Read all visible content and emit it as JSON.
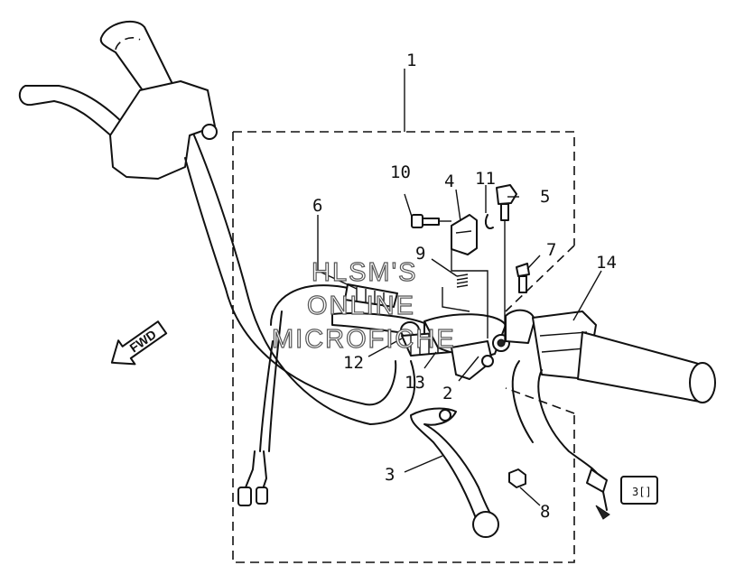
{
  "diagram": {
    "callouts": [
      "1",
      "2",
      "3",
      "4",
      "5",
      "6",
      "7",
      "8",
      "9",
      "10",
      "11",
      "12",
      "13",
      "14"
    ],
    "watermark": [
      "HLSM'S",
      "ONLINE",
      "MICROFICHE"
    ],
    "direction_label": "FWD"
  }
}
